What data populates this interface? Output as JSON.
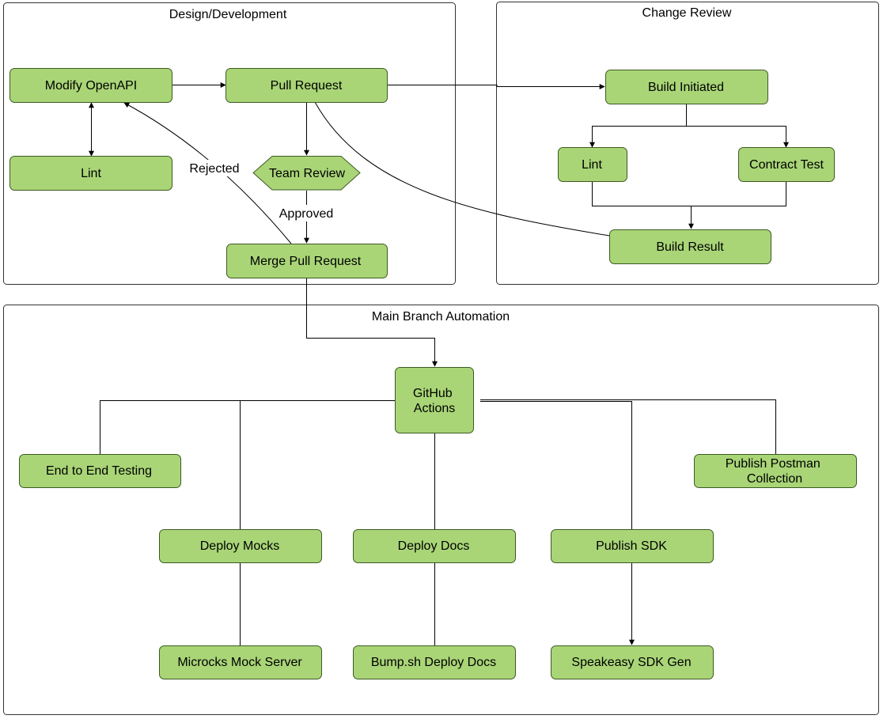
{
  "diagram": {
    "groups": {
      "design": {
        "title": "Design/Development"
      },
      "review": {
        "title": "Change Review"
      },
      "main": {
        "title": "Main Branch Automation"
      }
    },
    "nodes": {
      "modify_openapi": "Modify OpenAPI",
      "lint_design": "Lint",
      "pull_request": "Pull Request",
      "team_review": "Team Review",
      "merge_pull_request": "Merge Pull Request",
      "build_initiated": "Build Initiated",
      "lint_review": "Lint",
      "contract_test": "Contract Test",
      "build_result": "Build Result",
      "github_actions": [
        "GitHub",
        "Actions"
      ],
      "end_to_end_testing": "End to End Testing",
      "publish_postman": [
        "Publish Postman",
        "Collection"
      ],
      "deploy_mocks": "Deploy Mocks",
      "deploy_docs": "Deploy Docs",
      "publish_sdk": "Publish SDK",
      "microcks_mock_server": "Microcks Mock Server",
      "bump_deploy_docs": "Bump.sh Deploy Docs",
      "speakeasy_sdk_gen": "Speakeasy SDK Gen"
    },
    "edge_labels": {
      "rejected": "Rejected",
      "approved": "Approved"
    },
    "colors": {
      "node_fill": "#a9d577",
      "node_stroke": "#3d5a22",
      "group_stroke": "#333333",
      "line": "#000000"
    }
  }
}
